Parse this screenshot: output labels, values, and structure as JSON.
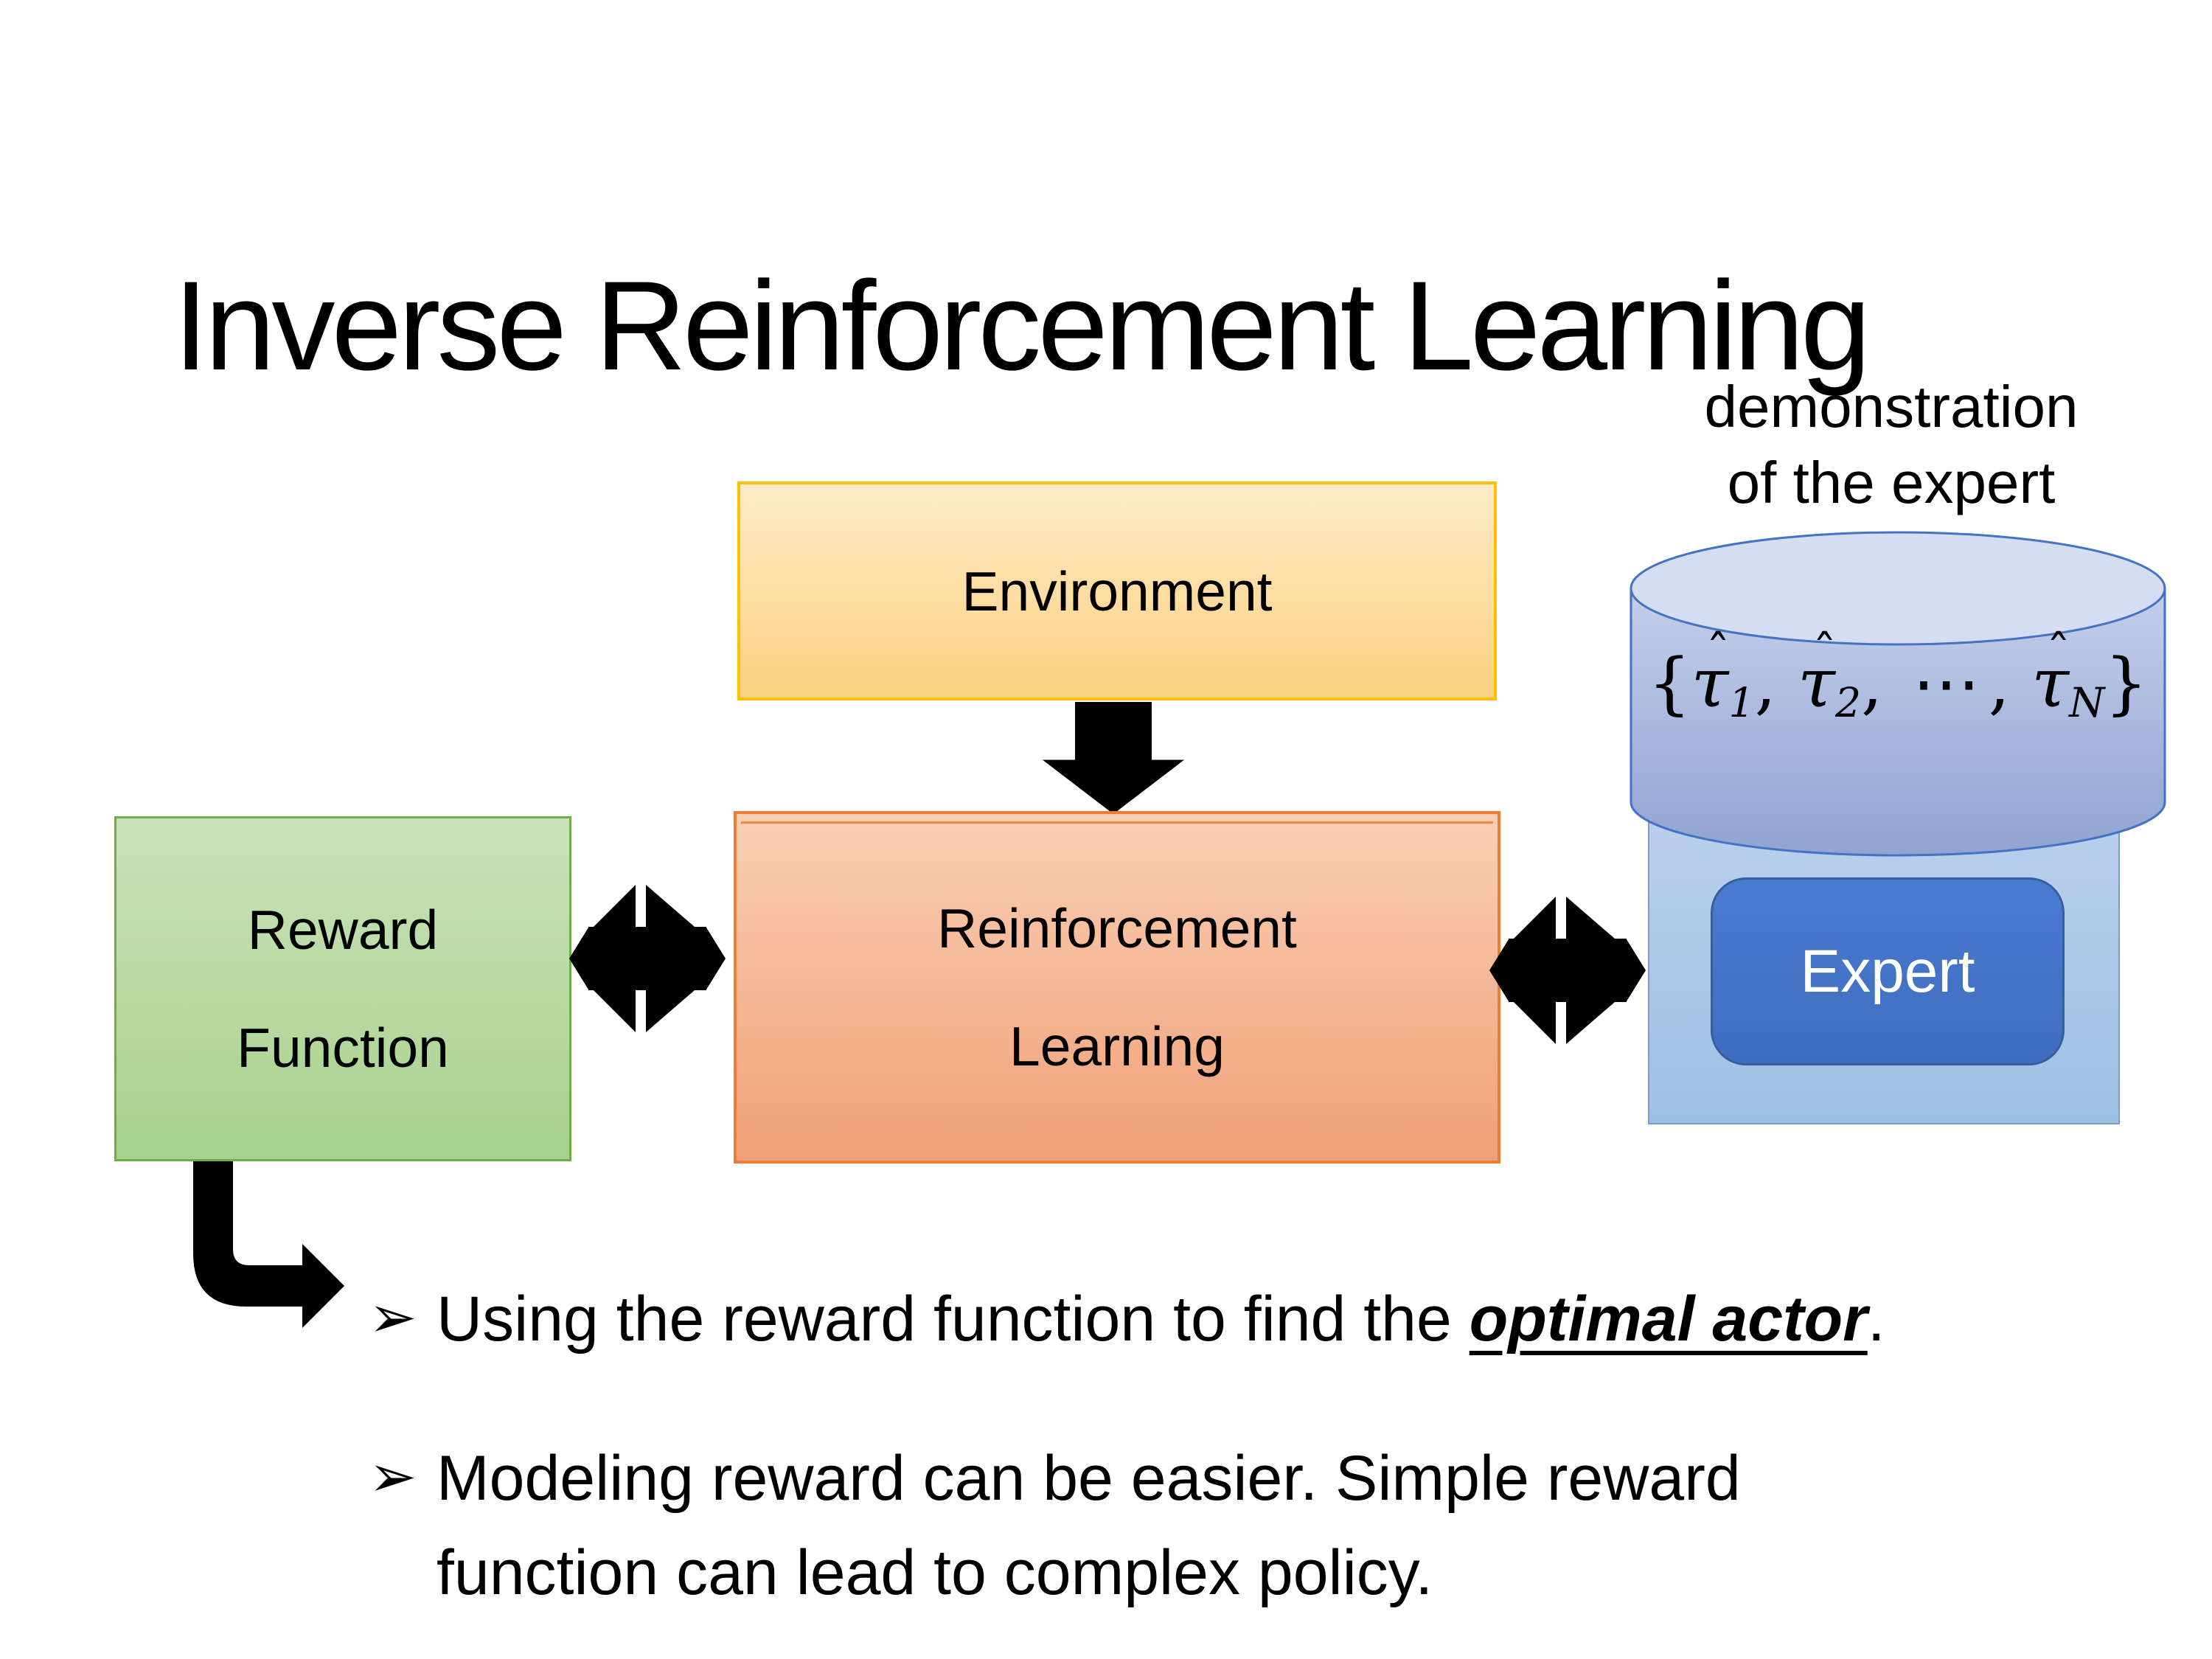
{
  "slide_title": "Inverse Reinforcement Learning",
  "annotation": {
    "line1": "demonstration",
    "line2": "of the expert"
  },
  "boxes": {
    "environment": {
      "label": "Environment"
    },
    "reward_function": {
      "line1": "Reward",
      "line2": "Function"
    },
    "reinforcement_learning": {
      "line1": "Reinforcement",
      "line2": "Learning"
    },
    "expert": {
      "label": "Expert"
    }
  },
  "demonstration_set_formula": {
    "open": "{",
    "tau": "τ",
    "hat": "ˆ",
    "sub_1": "1",
    "sub_2": "2",
    "sub_n": "N",
    "comma": ",",
    "dots": "⋯",
    "close": "}"
  },
  "bullets": {
    "marker": "➢",
    "bullet_1": {
      "pre": "Using the reward function to find the ",
      "emphasis": "optimal actor",
      "post": "."
    },
    "bullet_2": {
      "line1": "Modeling reward can be easier. Simple reward",
      "line2": "function can lead to complex policy."
    }
  },
  "icons": {
    "down_arrow": "block-down-arrow",
    "exchange_arrow_left": "double-headed-exchange-arrow",
    "exchange_arrow_right": "double-headed-exchange-arrow",
    "bent_arrow": "elbow-right-arrow",
    "bullet_marker": "three-d-right-arrowhead"
  },
  "colors": {
    "text_color": "#000000",
    "arrow_color": "#000000",
    "env_fill_top": "#FDECC8",
    "env_fill_bottom": "#FBD07F",
    "env_border": "#FFC000",
    "reward_fill_top": "#C9E3BA",
    "reward_fill_bottom": "#A8D18D",
    "reward_border": "#70AD47",
    "rl_fill_top": "#F9CFB4",
    "rl_fill_bottom": "#F0A078",
    "rl_border": "#ED7D31",
    "expert_panel_top": "#BACFEC",
    "expert_panel_bottom": "#9CC0E3",
    "expert_panel_border": "#7E9CC9",
    "expert_fill_top": "#4B7BD0",
    "expert_fill_bottom": "#3F6CBE",
    "expert_border": "#365D9E",
    "cylinder_top": "#D5DDF3",
    "cylinder_body_top": "#C4CFEB",
    "cylinder_body_bottom": "#90A3D1",
    "cylinder_border": "#4472C4"
  }
}
